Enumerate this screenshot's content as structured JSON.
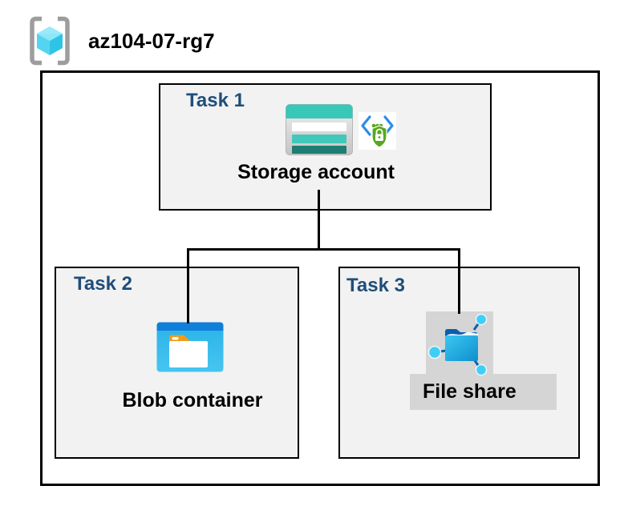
{
  "title": "az104-07-rg7",
  "tasks": [
    {
      "label": "Task 1",
      "caption": "Storage account",
      "icons": [
        "storage-account-icon",
        "sas-lock-icon"
      ]
    },
    {
      "label": "Task 2",
      "caption": "Blob container",
      "icons": [
        "blob-container-icon"
      ]
    },
    {
      "label": "Task 3",
      "caption": "File share",
      "icons": [
        "file-share-icon"
      ]
    }
  ],
  "colors": {
    "task_label": "#1F4E79",
    "task_box_fill": "#F2F2F2",
    "box_border": "#000000",
    "connector": "#000000",
    "icon_gray_bg": "#D5D5D5",
    "storage_teal": "#38C7B8",
    "storage_teal_dark": "#1D7D73",
    "blob_title_blue": "#0F7FD9",
    "blob_body_blue": "#30B8EA",
    "folder_orange": "#F09C1C",
    "file_folder_blue": "#0E8ECD",
    "file_flap_navy": "#0A5FAE",
    "node_cyan": "#3ECFF7",
    "sas_bracket_blue": "#2C8CE8",
    "sas_shield_green": "#58A81F",
    "rg_bracket_gray": "#9D9D9D",
    "rg_cube_top": "#8CE7F9",
    "rg_cube_left": "#55D4F1",
    "rg_cube_right": "#2EC4E6"
  }
}
